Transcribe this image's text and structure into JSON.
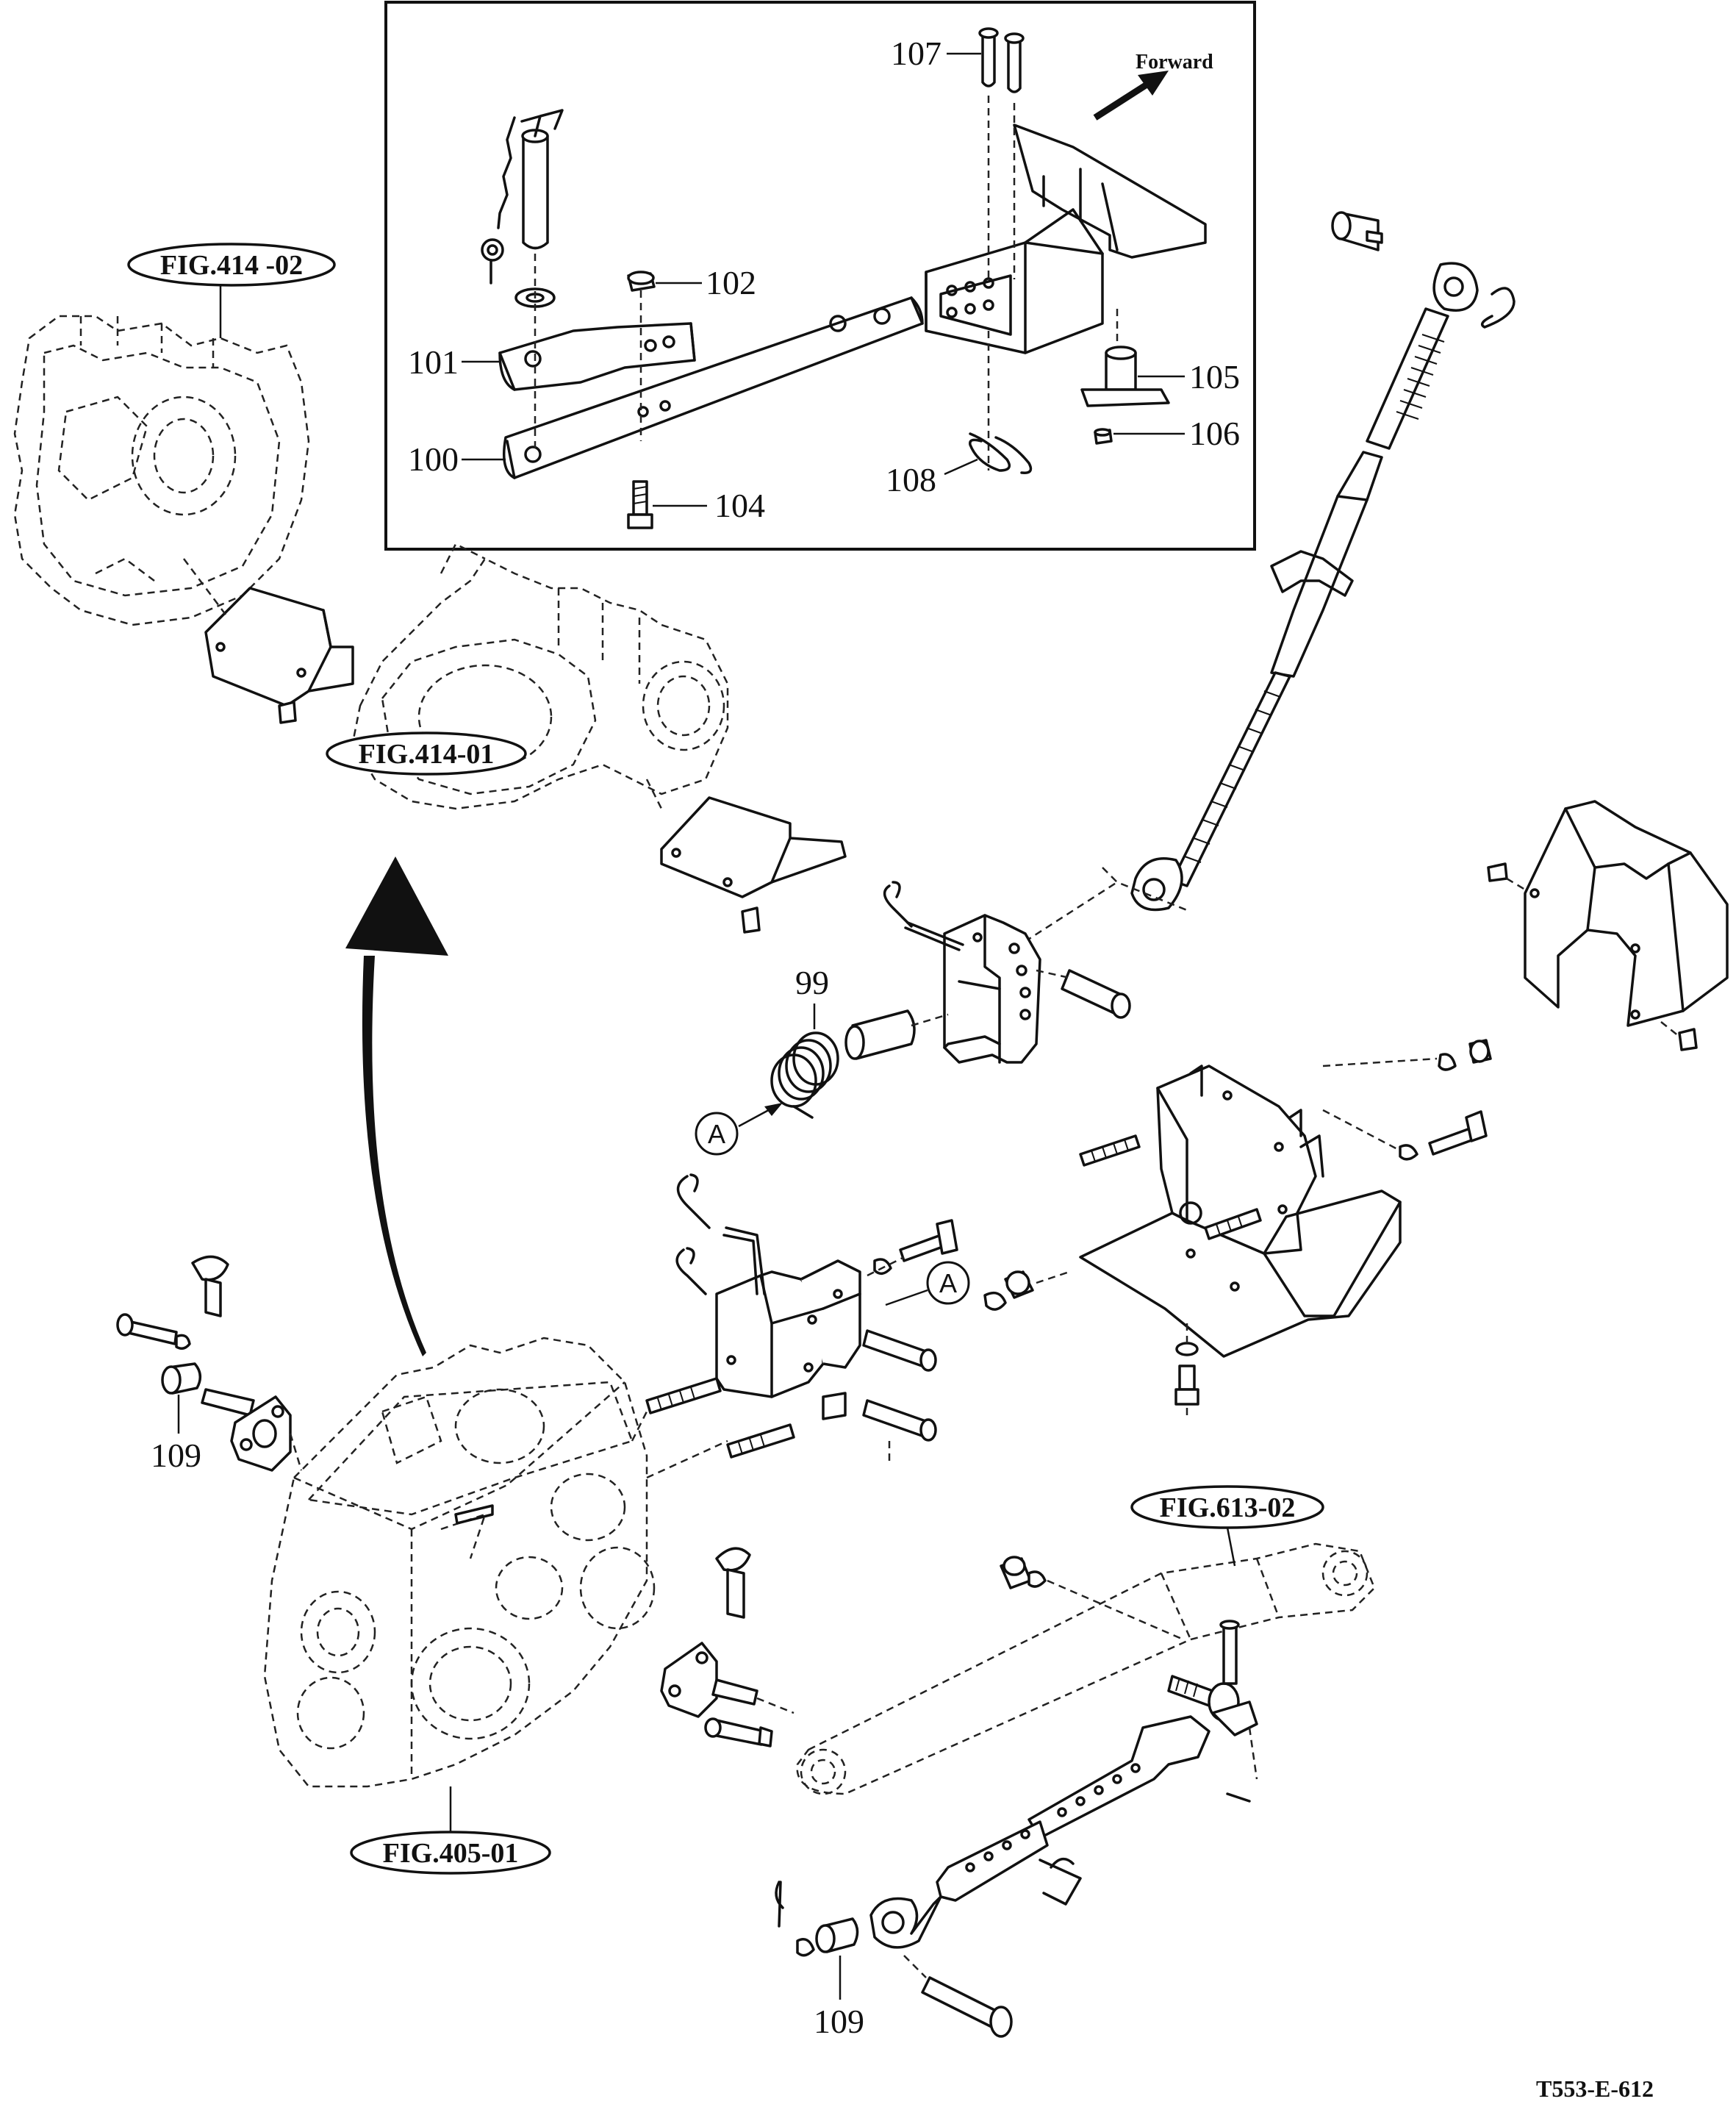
{
  "inset": {
    "direction_label": "Forward",
    "callouts": {
      "c100": "100",
      "c101": "101",
      "c102": "102",
      "c104": "104",
      "c105": "105",
      "c106": "106",
      "c107": "107",
      "c108": "108"
    }
  },
  "main": {
    "callouts": {
      "c99": "99",
      "c109_top": "109",
      "c109_bottom": "109"
    },
    "connector_labels": {
      "a1": "A",
      "a2": "A"
    },
    "figure_refs": {
      "fig414_02": "FIG.414 -02",
      "fig414_01": "FIG.414-01",
      "fig405_01": "FIG.405-01",
      "fig613_02": "FIG.613-02"
    }
  },
  "caption": "T553-E-612"
}
